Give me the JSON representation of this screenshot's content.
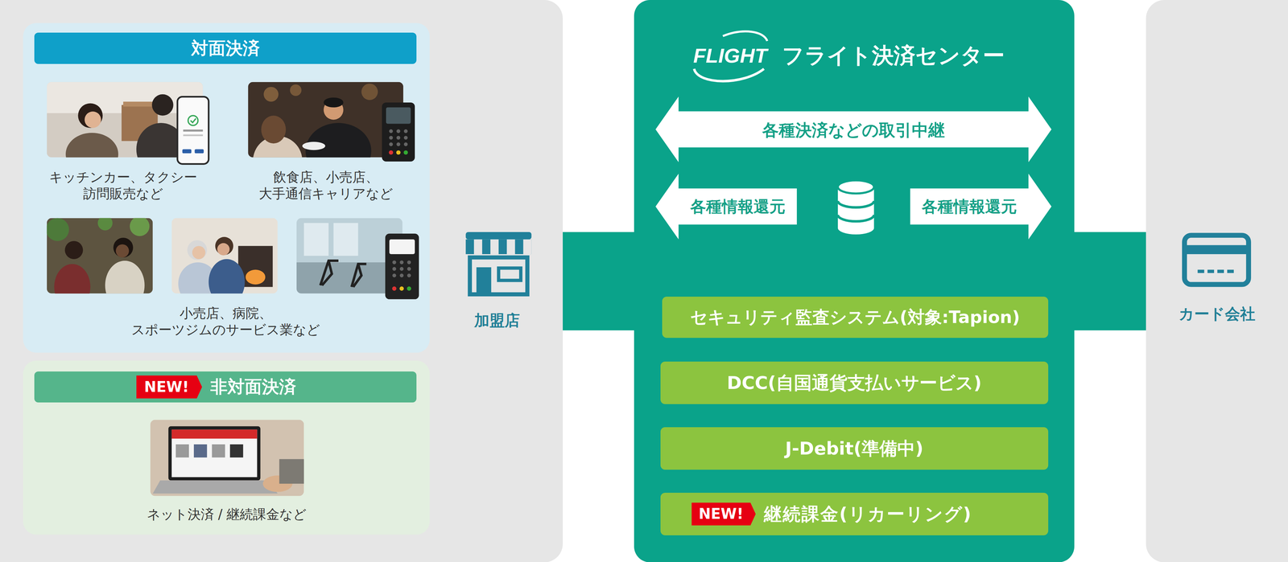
{
  "diagram": {
    "nodes": [
      {
        "text": [
          "加盟店"
        ]
      },
      {
        "text": [
          "対面決済",
          "キッチンカー、タクシー 訪問販売など",
          "飲食店、小売店、 大手通信キャリアなど",
          "小売店、病院、 スポーツジムのサービス業など"
        ],
        "in": 0
      },
      {
        "text": [
          "NEW!",
          "非対面決済",
          "ネット決済 / 継続課金など"
        ],
        "in": 0
      },
      {
        "text": [
          "FLIGHT",
          "フライト決済センター"
        ]
      },
      {
        "text": [
          "各種決済などの取引中継"
        ],
        "in": 3
      },
      {
        "text": [
          "各種情報還元"
        ],
        "in": 3
      },
      {
        "text": [
          "各種情報還元"
        ],
        "in": 3
      },
      {
        "text": [
          "セキュリティ監査システム(対象:Tapion)"
        ],
        "in": 3
      },
      {
        "text": [
          "DCC(自国通貨支払いサービス)"
        ],
        "in": 3
      },
      {
        "text": [
          "J-Debit(準備中)"
        ],
        "in": 3
      },
      {
        "text": [
          "NEW!",
          "継続課金(リカーリング)"
        ],
        "in": 3
      },
      {
        "text": [
          "カード会社"
        ]
      }
    ],
    "edges": [
      {
        "from": 0,
        "to": 3,
        "arrow": "none"
      },
      {
        "from": 3,
        "to": 11,
        "arrow": "none"
      }
    ]
  }
}
